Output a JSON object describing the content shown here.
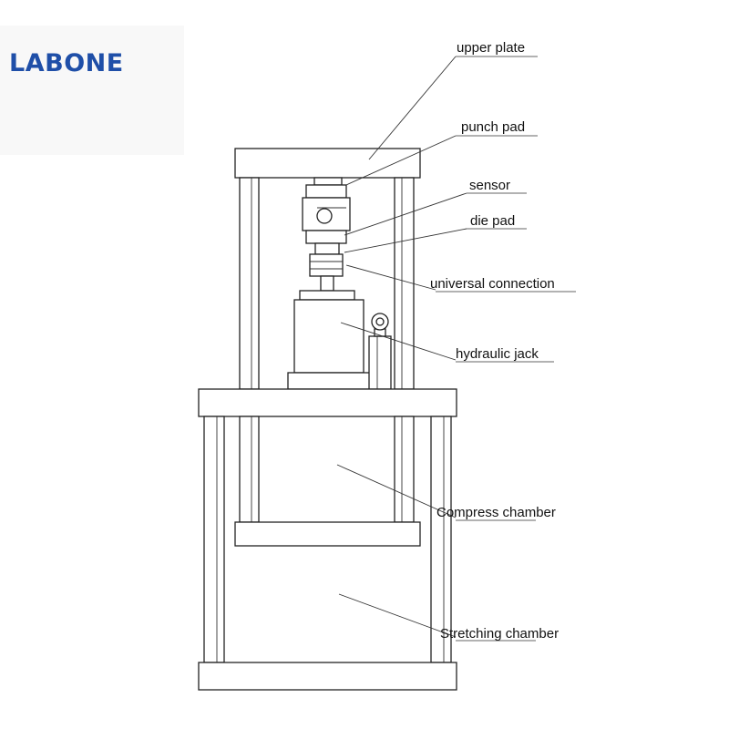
{
  "logo": {
    "part1": "LAB",
    "part2": "O",
    "part3": "NE",
    "color": "#1f4fa8"
  },
  "labels": {
    "upper_plate": "upper plate",
    "punch_pad": "punch pad",
    "sensor": "sensor",
    "die_pad": "die pad",
    "universal_connection": "universal connection",
    "hydraulic_jack": "hydraulic jack",
    "compress_chamber": "Compress chamber",
    "stretching_chamber": "Stretching chamber"
  }
}
